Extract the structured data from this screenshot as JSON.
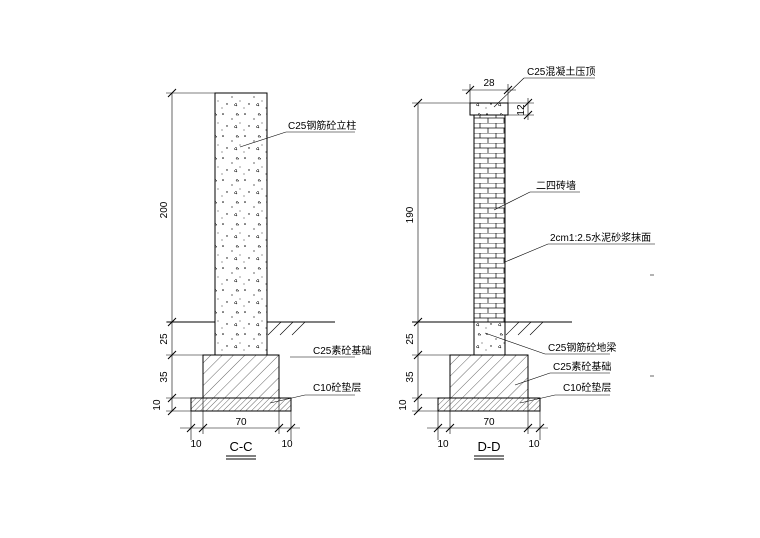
{
  "section_cc": {
    "title": "C-C",
    "labels": {
      "column": "C25钢筋砼立柱",
      "foundation": "C25素砼基础",
      "cushion": "C10砼垫层"
    },
    "dims": {
      "height": "200",
      "embed": "25",
      "foundation": "35",
      "cushion": "10",
      "width": "70",
      "left_offset": "10",
      "right_offset": "10"
    }
  },
  "section_dd": {
    "title": "D-D",
    "labels": {
      "cap": "C25混凝土压顶",
      "wall": "二四砖墙",
      "plaster": "2cm1:2.5水泥砂浆抹面",
      "beam": "C25钢筋砼地梁",
      "foundation": "C25素砼基础",
      "cushion": "C10砼垫层"
    },
    "dims": {
      "cap_width": "28",
      "cap_height": "12",
      "height": "190",
      "embed": "25",
      "foundation": "35",
      "cushion": "10",
      "width": "70",
      "left_offset": "10",
      "right_offset": "10"
    }
  }
}
